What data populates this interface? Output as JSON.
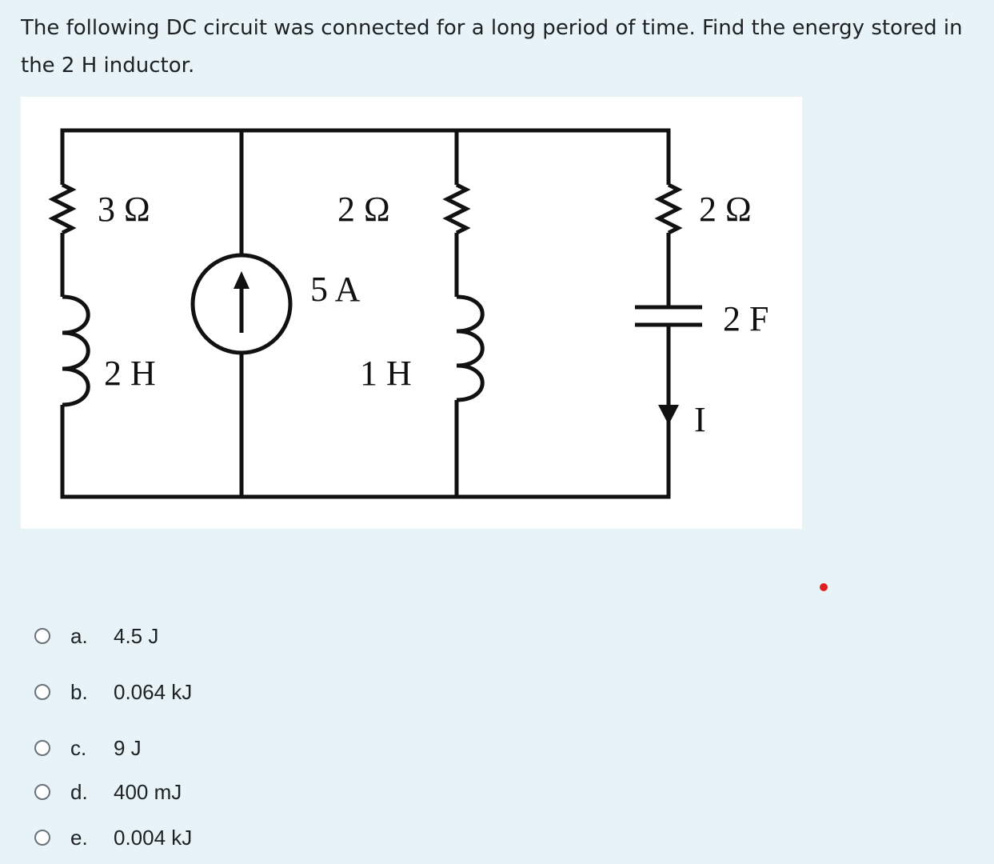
{
  "question": {
    "text": "The following DC circuit was connected for a long period of time. Find the energy stored in the 2 H inductor."
  },
  "circuit": {
    "labels": {
      "r_left": "3 Ω",
      "r_mid": "2 Ω",
      "r_right": "2 Ω",
      "source": "5 A",
      "inductor_left": "2 H",
      "inductor_mid": "1 H",
      "capacitor": "2 F",
      "current": "I"
    }
  },
  "options": [
    {
      "letter": "a.",
      "text": "4.5 J"
    },
    {
      "letter": "b.",
      "text": "0.064 kJ"
    },
    {
      "letter": "c.",
      "text": "9 J"
    },
    {
      "letter": "d.",
      "text": "400 mJ"
    },
    {
      "letter": "e.",
      "text": "0.004 kJ"
    }
  ],
  "colors": {
    "background": "#e7f3f6",
    "text": "#1d2125",
    "marker": "#e02020"
  }
}
